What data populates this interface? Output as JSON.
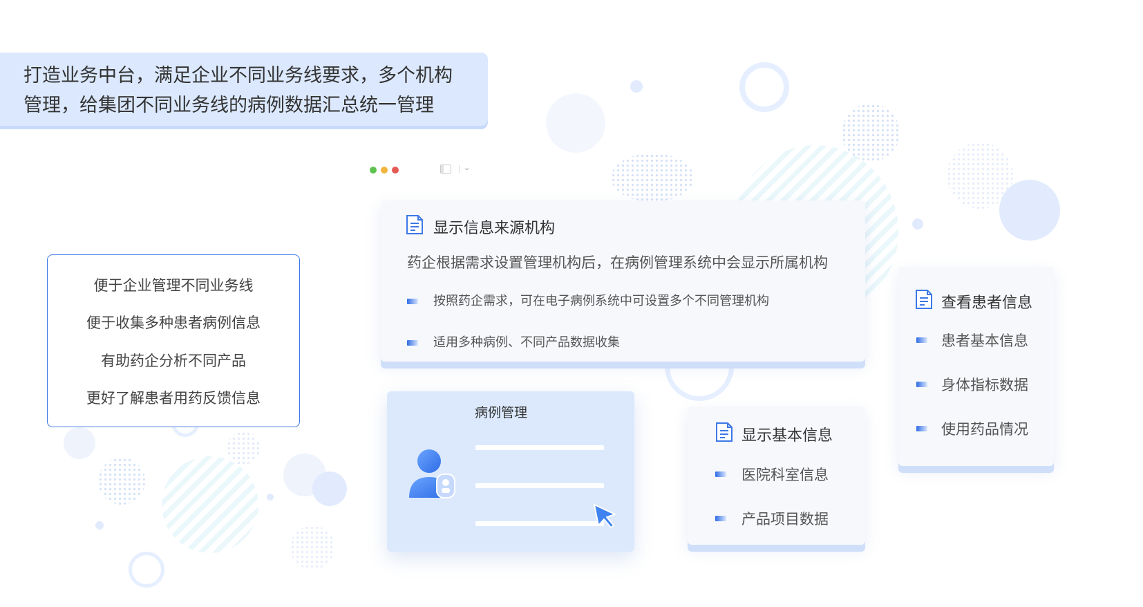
{
  "headline": {
    "line1": "打造业务中台，满足企业不同业务线要求，多个机构",
    "line2": "管理，给集团不同业务线的病例数据汇总统一管理"
  },
  "window": {
    "dots": [
      "#5fc250",
      "#f0b63c",
      "#e45a55"
    ],
    "chevron": "⌄"
  },
  "benefits": {
    "items": [
      "便于企业管理不同业务线",
      "便于收集多种患者病例信息",
      "有助药企分析不同产品",
      "更好了解患者用药反馈信息"
    ]
  },
  "source_card": {
    "title": "显示信息来源机构",
    "description": "药企根据需求设置管理机构后，在病例管理系统中会显示所属机构",
    "bullets": [
      "按照药企需求，可在电子病例系统中可设置多个不同管理机构",
      "适用多种病例、不同产品数据收集"
    ]
  },
  "patient_card": {
    "title": "查看患者信息",
    "items": [
      "患者基本信息",
      "身体指标数据",
      "使用药品情况"
    ]
  },
  "basic_card": {
    "title": "显示基本信息",
    "items": [
      "医院科室信息",
      "产品项目数据"
    ]
  },
  "case_card": {
    "title": "病例管理"
  },
  "colors": {
    "accent": "#3d78e6",
    "banner": "#dbe8fd",
    "card_bg": "#f6f8fc"
  },
  "icons": [
    "document-icon",
    "user-avatar-icon",
    "cursor-arrow-icon"
  ]
}
